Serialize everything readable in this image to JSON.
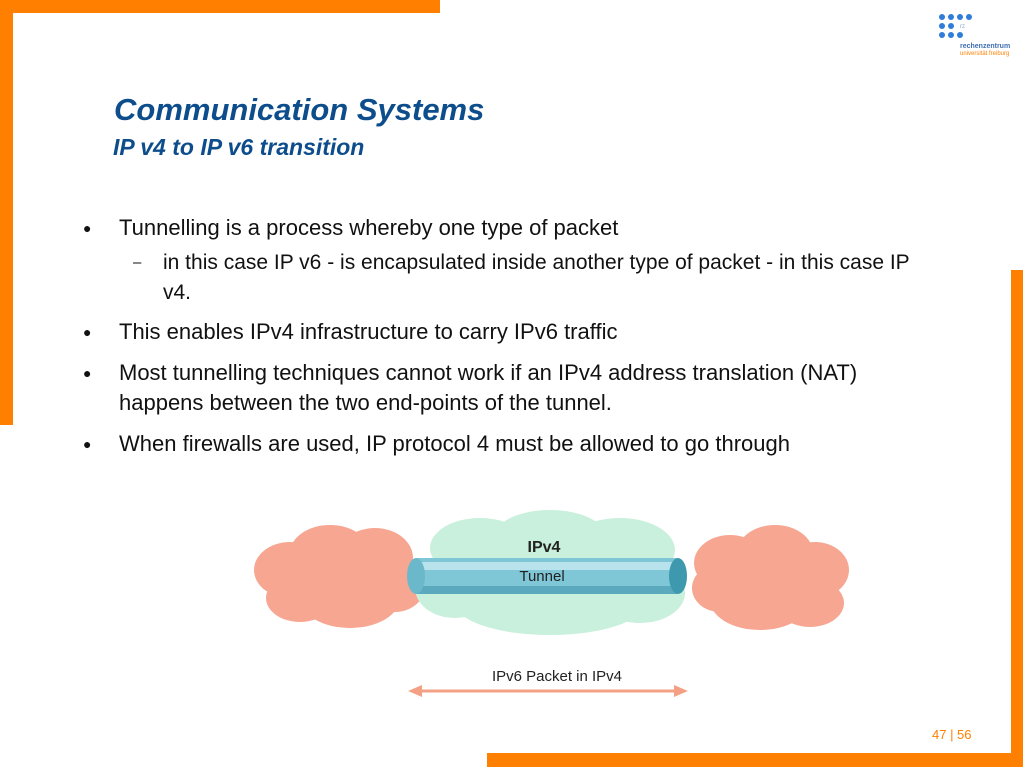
{
  "slide": {
    "title": "Communication Systems",
    "subtitle": "IP v4 to IP v6 transition",
    "bullets": [
      "Tunnelling is a process whereby one type of packet",
      "in this case IP v6 - is encapsulated inside another type of packet - in this case IP v4.",
      "This enables IPv4 infrastructure to carry IPv6 traffic",
      "Most tunnelling techniques cannot work if an IPv4 address translation (NAT) happens between the two end-points of the tunnel.",
      "When firewalls are used, IP protocol 4 must be allowed to go through"
    ],
    "bullet_mark": "●",
    "sub_mark": "–"
  },
  "logo": {
    "mark": "rz",
    "line1": "rechenzentrum",
    "line2": "universität freiburg"
  },
  "diagram": {
    "cloud_label": "IPv4",
    "tunnel_label": "Tunnel",
    "arrow_label": "IPv6 Packet in IPv4"
  },
  "footer": {
    "page": "47 | 56"
  },
  "colors": {
    "accent": "#ff8000",
    "title": "#0d4d8c",
    "cloud_pink": "#f7a691",
    "cloud_green": "#c9f0dc",
    "tunnel": "#7fc6d7"
  }
}
